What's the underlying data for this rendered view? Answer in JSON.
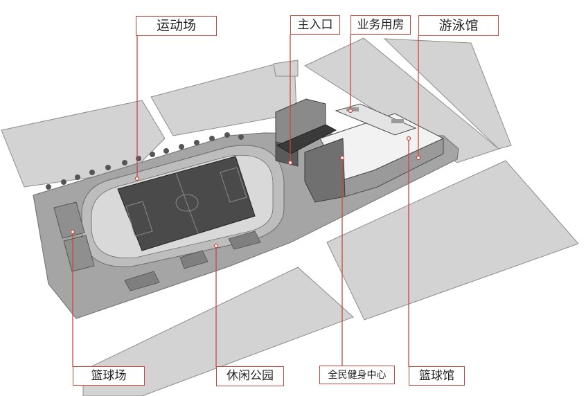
{
  "labels": {
    "stadium": "运动场",
    "main_entrance": "主入口",
    "business_room": "业务用房",
    "natatorium": "游泳馆",
    "basketball_court": "篮球场",
    "leisure_park": "休闲公园",
    "fitness_center": "全民健身中心",
    "basketball_hall": "篮球馆"
  },
  "colors": {
    "leader": "#c9483b",
    "block": "#d3d3d3",
    "site": "#a5a5a5",
    "field": "#4a4a4a",
    "track": "#bdbdbd",
    "roof": "#f2f2f2"
  }
}
